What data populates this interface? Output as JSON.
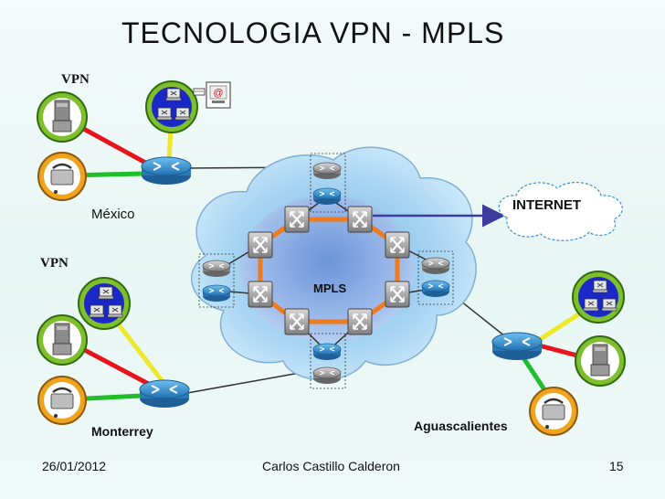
{
  "slide": {
    "title": "TECNOLOGIA  VPN  - MPLS",
    "labels": {
      "vpn_top": "VPN",
      "vpn_left": "VPN",
      "mexico": "México",
      "monterrey": "Monterrey",
      "aguascalientes": "Aguascalientes",
      "mpls": "MPLS",
      "internet": "INTERNET"
    },
    "footer": {
      "date": "26/01/2012",
      "author": "Carlos Castillo Calderon",
      "page": "15"
    }
  },
  "colors": {
    "link_red": "#e8141b",
    "link_green": "#1fbf2a",
    "link_yellow": "#ece82a",
    "ring_orange": "#f07a1e",
    "internet_arrow": "#3b3c9c",
    "node_ring": "#7fbf2e",
    "router_blue": "#2e8ecb",
    "cloud_fill": "#a9d8f0"
  },
  "icons": [
    "server-icon",
    "phone-icon",
    "computer-group-icon",
    "router-icon",
    "switch-icon",
    "email-icon",
    "cloud-icon"
  ]
}
